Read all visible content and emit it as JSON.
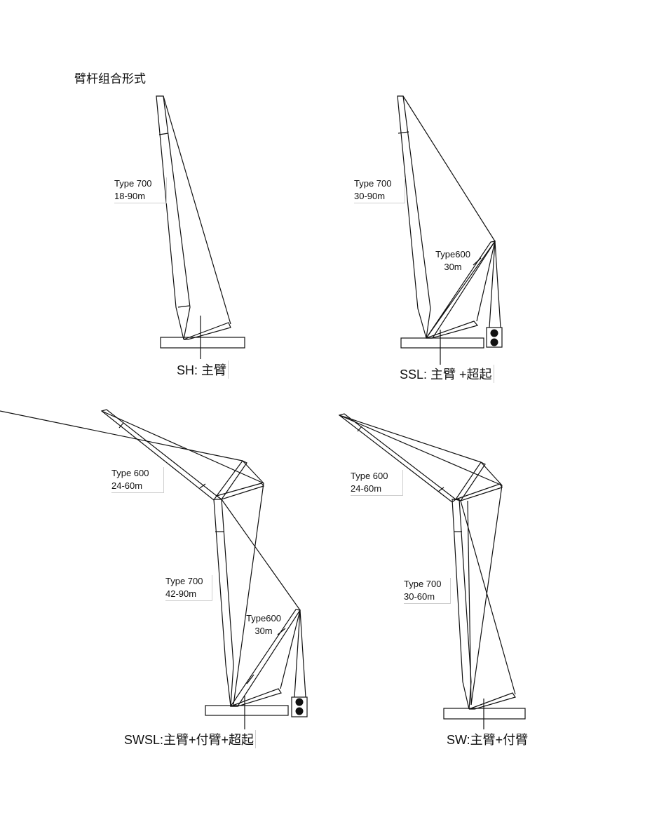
{
  "heading": "臂杆组合形式",
  "configs": [
    {
      "id": "sh",
      "labels": [
        {
          "line1": "Type 700",
          "line2": "18-90m"
        }
      ],
      "caption": "SH:  主臂"
    },
    {
      "id": "ssl",
      "labels": [
        {
          "line1": "Type 700",
          "line2": "30-90m"
        },
        {
          "line1": "Type600",
          "line2": "30m"
        }
      ],
      "caption": "SSL:  主臂 +超起"
    },
    {
      "id": "swsl",
      "labels": [
        {
          "line1": "Type 600",
          "line2": "24-60m"
        },
        {
          "line1": "Type 700",
          "line2": "42-90m"
        },
        {
          "line1": "Type600",
          "line2": "30m"
        }
      ],
      "caption": "SWSL:主臂+付臂+超起"
    },
    {
      "id": "sw",
      "labels": [
        {
          "line1": "Type 600",
          "line2": "24-60m"
        },
        {
          "line1": "Type 700",
          "line2": "30-60m"
        }
      ],
      "caption": "SW:主臂+付臂"
    }
  ]
}
